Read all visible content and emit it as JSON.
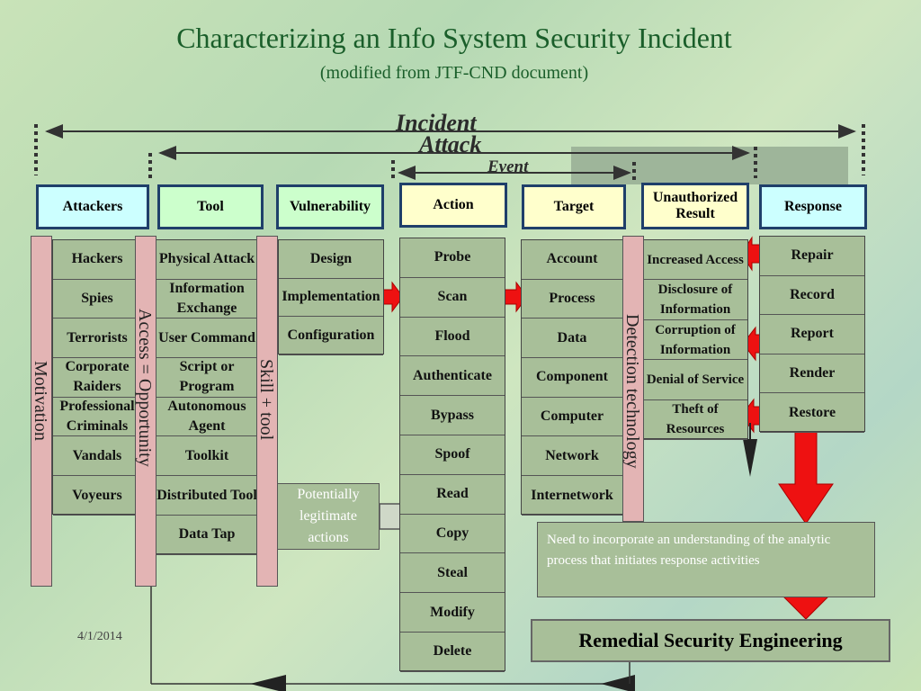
{
  "title": "Characterizing an Info System Security Incident",
  "subtitle": "(modified from JTF-CND document)",
  "spans": {
    "incident": "Incident",
    "attack": "Attack",
    "event": "Event"
  },
  "headers": {
    "attackers": "Attackers",
    "tool": "Tool",
    "vulnerability": "Vulnerability",
    "action": "Action",
    "target": "Target",
    "unauthorized": "Unauthorized Result",
    "response": "Response"
  },
  "side_labels": {
    "motivation": "Motivation",
    "access": "Access = Opportunity",
    "skill": "Skill + tool",
    "detection": "Detection technology"
  },
  "attackers": [
    "Hackers",
    "Spies",
    "Terrorists",
    "Corporate Raiders",
    "Professional Criminals",
    "Vandals",
    "Voyeurs"
  ],
  "tools": [
    "Physical Attack",
    "Information Exchange",
    "User Command",
    "Script or Program",
    "Autonomous Agent",
    "Toolkit",
    "Distributed Tool",
    "Data Tap"
  ],
  "vulnerabilities": [
    "Design",
    "Implementation",
    "Configuration"
  ],
  "actions": [
    "Probe",
    "Scan",
    "Flood",
    "Authenticate",
    "Bypass",
    "Spoof",
    "Read",
    "Copy",
    "Steal",
    "Modify",
    "Delete"
  ],
  "targets": [
    "Account",
    "Process",
    "Data",
    "Component",
    "Computer",
    "Network",
    "Internetwork"
  ],
  "results": [
    "Increased Access",
    "Disclosure of Information",
    "Corruption of Information",
    "Denial of Service",
    "Theft of Resources"
  ],
  "responses": [
    "Repair",
    "Record",
    "Report",
    "Render",
    "Restore"
  ],
  "callout": "Potentially legitimate actions",
  "note": "Need to incorporate an understanding of the analytic process that initiates response activities",
  "remedial": "Remedial Security Engineering",
  "date": "4/1/2014"
}
